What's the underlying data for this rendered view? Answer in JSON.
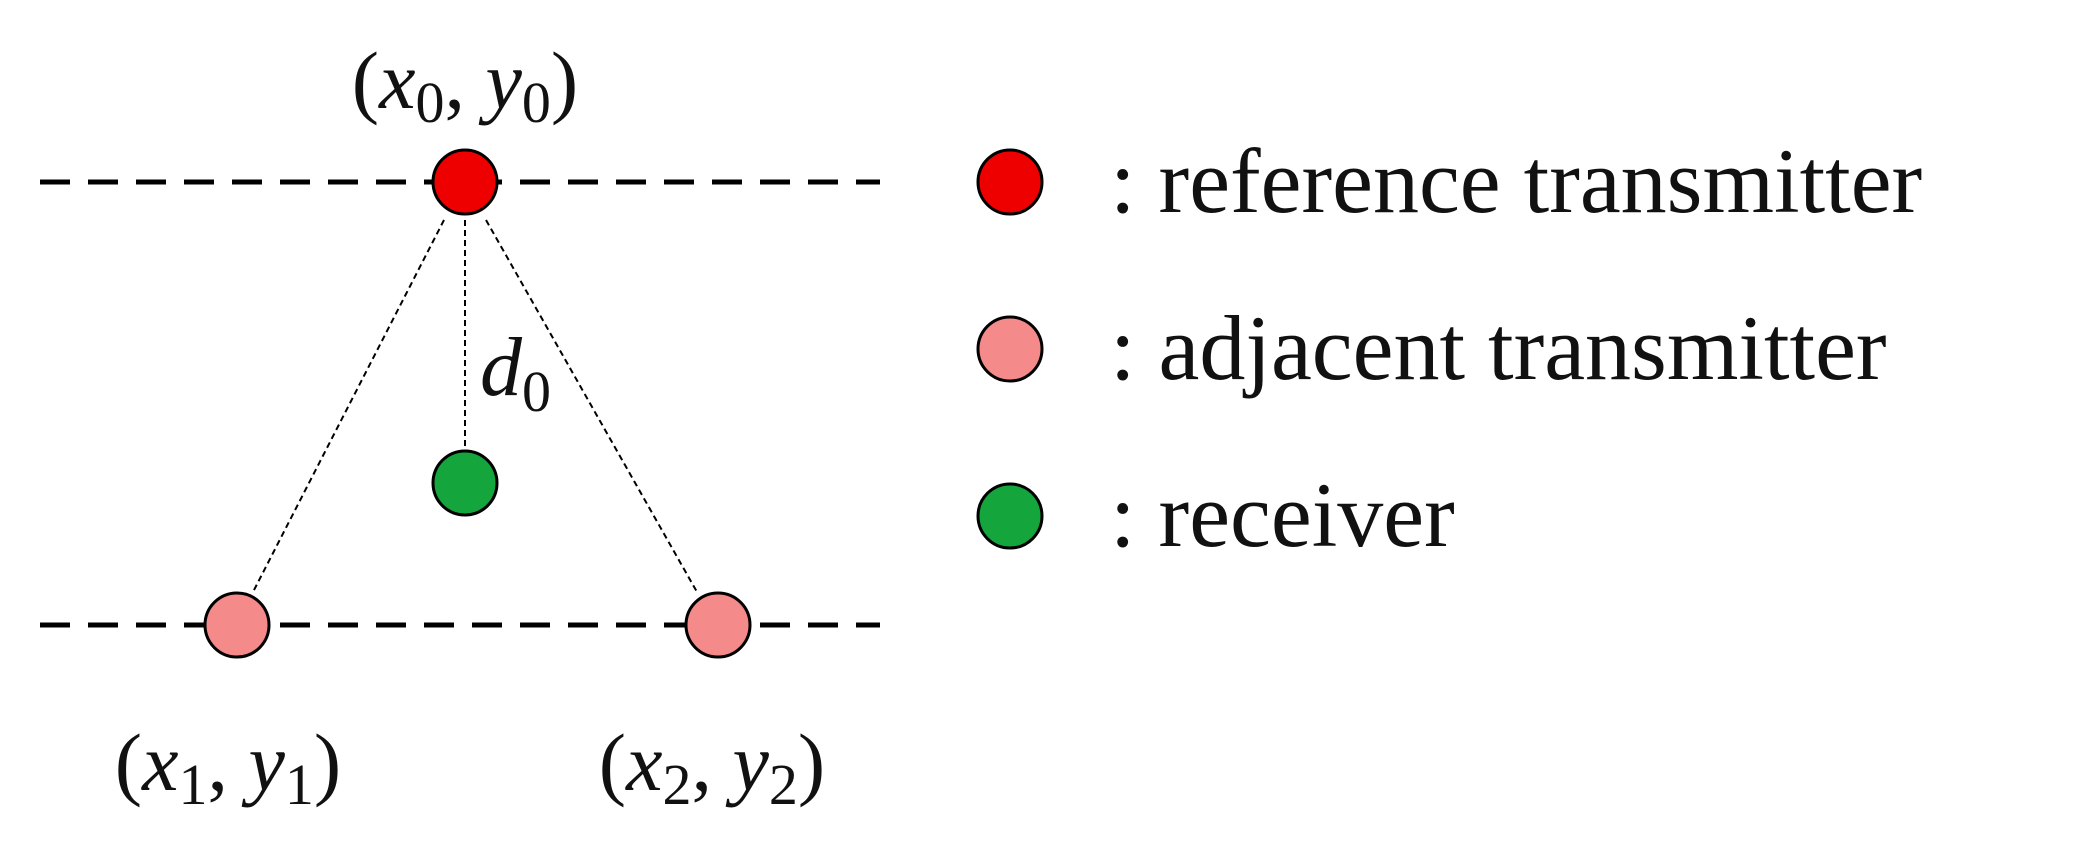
{
  "diagram": {
    "nodes": [
      {
        "id": "tx0",
        "role": "reference",
        "label": {
          "var_x": "x",
          "sub_x": "0",
          "var_y": "y",
          "sub_y": "0"
        }
      },
      {
        "id": "tx1",
        "role": "adjacent",
        "label": {
          "var_x": "x",
          "sub_x": "1",
          "var_y": "y",
          "sub_y": "1"
        }
      },
      {
        "id": "tx2",
        "role": "adjacent",
        "label": {
          "var_x": "x",
          "sub_x": "2",
          "var_y": "y",
          "sub_y": "2"
        }
      },
      {
        "id": "rx",
        "role": "receiver"
      }
    ],
    "distance_label": {
      "var": "d",
      "sub": "0"
    },
    "legend": [
      {
        "role": "reference",
        "text": ": reference transmitter"
      },
      {
        "role": "adjacent",
        "text": ": adjacent transmitter"
      },
      {
        "role": "receiver",
        "text": ": receiver"
      }
    ]
  },
  "colors": {
    "reference": "#ee0000",
    "adjacent": "#f48a8a",
    "receiver": "#14a53c",
    "outline": "#000000"
  }
}
